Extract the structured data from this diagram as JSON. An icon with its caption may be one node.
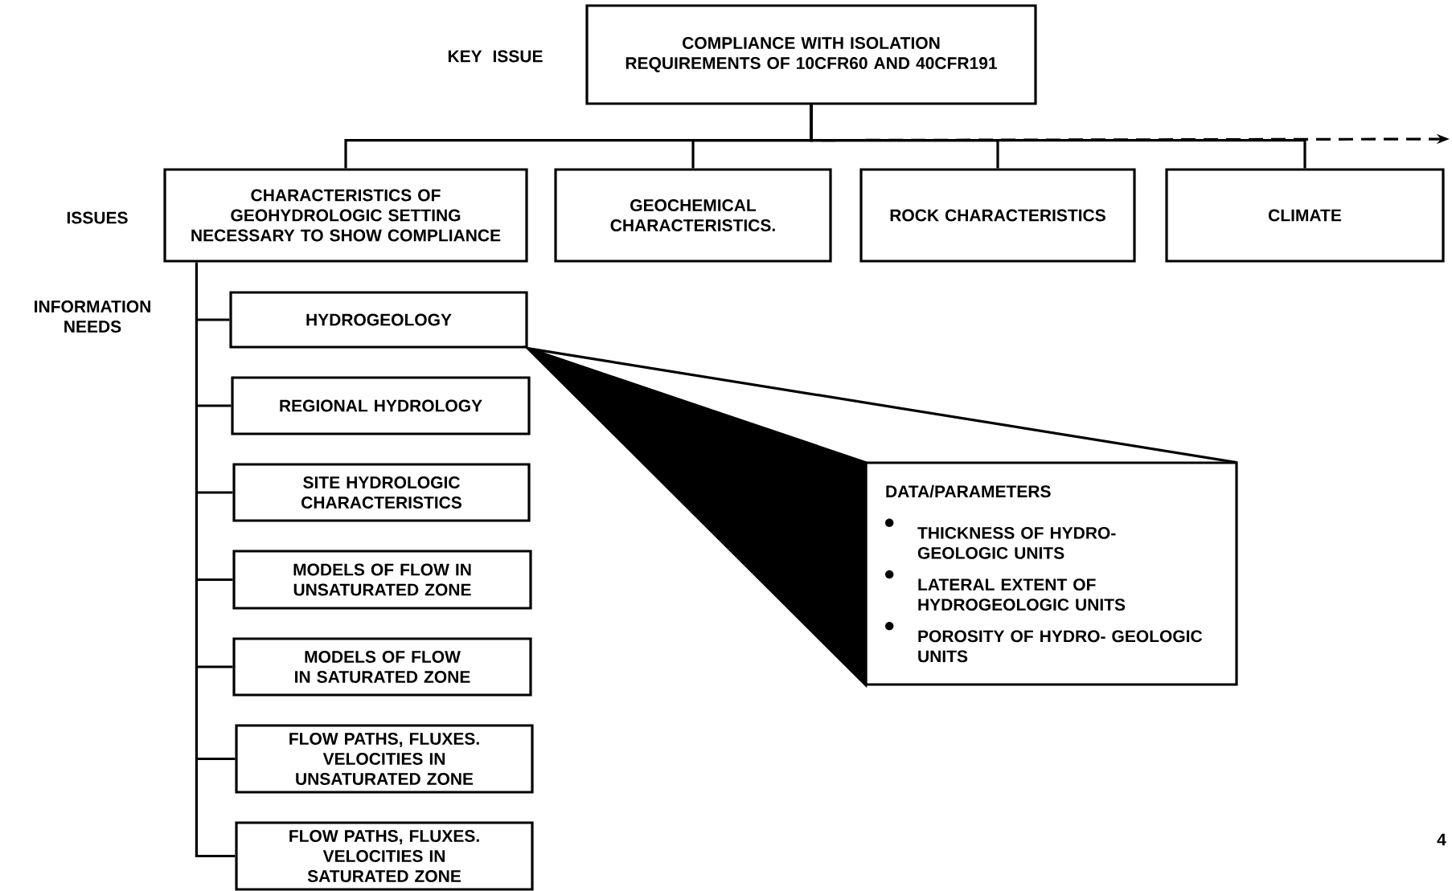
{
  "diagram": {
    "nodes": [
      {
        "text": [
          "COMPLIANCE WITH ISOLATION REQUIREMENTS OF 10CFR60 AND 40CFR191"
        ]
      },
      {
        "text": [
          "CHARACTERISTICS OF GEOHYDROLOGIC SETTING NECESSARY TO SHOW COMPLIANCE"
        ]
      },
      {
        "text": [
          "GEOCHEMICAL CHARACTERISTICS."
        ]
      },
      {
        "text": [
          "ROCK CHARACTERISTICS"
        ]
      },
      {
        "text": [
          "CLIMATE"
        ]
      },
      {
        "text": [
          "HYDROGEOLOGY"
        ]
      },
      {
        "text": [
          "REGIONAL HYDROLOGY"
        ]
      },
      {
        "text": [
          "SITE HYDROLOGIC CHARACTERISTICS"
        ]
      },
      {
        "text": [
          "MODELS OF FLOW IN UNSATURATED ZONE"
        ]
      },
      {
        "text": [
          "MODELS OF FLOW IN SATURATED ZONE"
        ]
      },
      {
        "text": [
          "FLOW PATHS, FLUXES. VELOCITIES IN UNSATURATED ZONE"
        ]
      },
      {
        "text": [
          "FLOW PATHS, FLUXES. VELOCITIES IN SATURATED ZONE"
        ]
      },
      {
        "text": [
          "DATA/PARAMETERS",
          "THICKNESS OF HYDRO- GEOLOGIC UNITS",
          "LATERAL EXTENT OF HYDROGEOLOGIC UNITS",
          "POROSITY OF HYDRO- GEOLOGIC UNITS"
        ]
      }
    ],
    "edges": [
      {
        "from": 0,
        "to": 1,
        "arrow": "none"
      },
      {
        "from": 0,
        "to": 2,
        "arrow": "none"
      },
      {
        "from": 0,
        "to": 3,
        "arrow": "none"
      },
      {
        "from": 0,
        "to": 4,
        "arrow": "none"
      },
      {
        "from": 0,
        "to": null,
        "arrow": "to",
        "style": "dashed"
      },
      {
        "from": 1,
        "to": 5,
        "arrow": "none"
      },
      {
        "from": 1,
        "to": 6,
        "arrow": "none"
      },
      {
        "from": 1,
        "to": 7,
        "arrow": "none"
      },
      {
        "from": 1,
        "to": 8,
        "arrow": "none"
      },
      {
        "from": 1,
        "to": 9,
        "arrow": "none"
      },
      {
        "from": 1,
        "to": 10,
        "arrow": "none"
      },
      {
        "from": 1,
        "to": 11,
        "arrow": "none"
      },
      {
        "from": 5,
        "to": 12,
        "arrow": "none"
      }
    ],
    "labels": [
      "KEY ISSUE",
      "ISSUES",
      "INFORMATION NEEDS",
      "4"
    ]
  }
}
